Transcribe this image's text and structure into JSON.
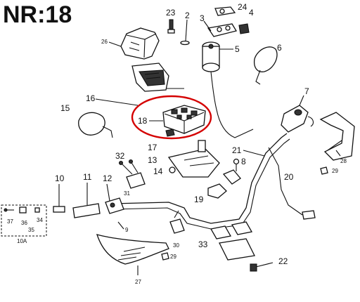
{
  "header": {
    "title": "NR:18"
  },
  "highlight": {
    "part": "18",
    "color": "#d40000"
  },
  "callouts": {
    "c23": "23",
    "c2": "2",
    "c3": "3",
    "c24": "24",
    "c4": "4",
    "c26": "26",
    "c5": "5",
    "c6": "6",
    "c16": "16",
    "c15": "15",
    "c18": "18",
    "c7": "7",
    "c17": "17",
    "c13": "13",
    "c21": "21",
    "c8": "8",
    "c14": "14",
    "c32": "32",
    "c28": "28",
    "c29a": "29",
    "c10": "10",
    "c11": "11",
    "c12": "12",
    "c19": "19",
    "c20": "20",
    "c31": "31",
    "c9": "9",
    "c30": "30",
    "c33": "33",
    "c22": "22",
    "c29b": "29",
    "c27": "27"
  },
  "inset": {
    "c37": "37",
    "c36": "36",
    "c34": "34",
    "c35": "35",
    "c10a": "10A"
  }
}
